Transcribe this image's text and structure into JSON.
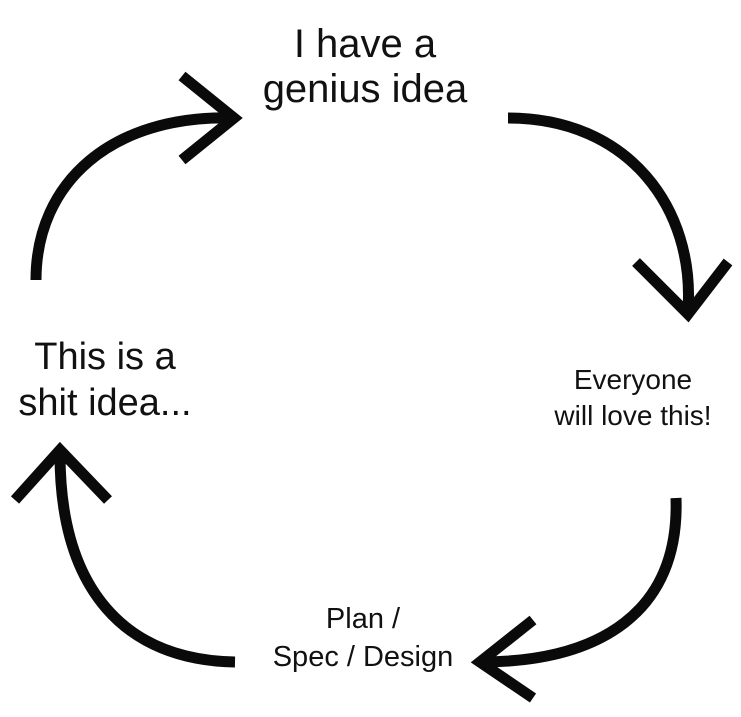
{
  "diagram": {
    "nodes": {
      "genius_idea": {
        "line1": "I have a",
        "line2": "genius idea"
      },
      "everyone_love": {
        "line1": "Everyone",
        "line2": "will love this!"
      },
      "plan_spec_design": {
        "line1": "Plan /",
        "line2": "Spec / Design"
      },
      "shit_idea": {
        "line1": "This is a",
        "line2": "shit idea..."
      }
    },
    "colors": {
      "background": "#ffffff",
      "ink": "#0a0a0a"
    }
  }
}
